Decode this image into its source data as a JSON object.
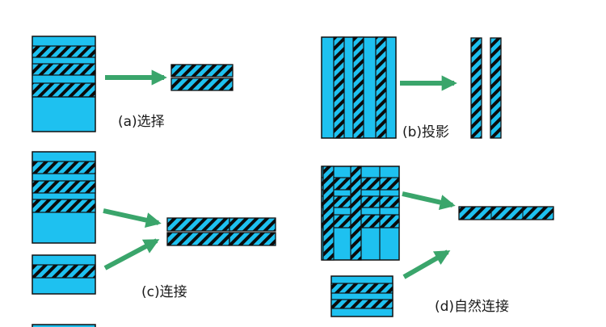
{
  "colors": {
    "fill": "#1EC1F0",
    "hatch_dark": "#0b0b0b",
    "stroke": "#111111",
    "arrow": "#3AA56B",
    "text": "#1a1a1a"
  },
  "panels": {
    "a": {
      "label": "(a)选择"
    },
    "b": {
      "label": "(b)投影"
    },
    "c": {
      "label": "(c)连接"
    },
    "d": {
      "label": "(d)自然连接"
    }
  }
}
